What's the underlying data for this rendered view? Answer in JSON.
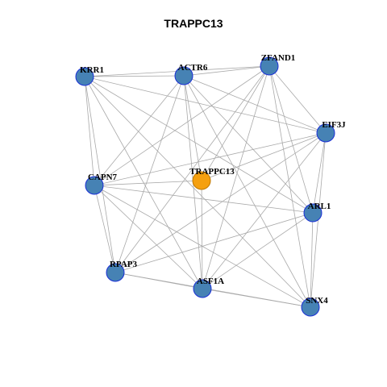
{
  "title": "TRAPPC13",
  "colors": {
    "node_fill": "#4682b4",
    "node_stroke": "#1a2fd6",
    "center_fill": "#f5a00f",
    "center_stroke": "#c07800",
    "edge": "#a9a9a9"
  },
  "graph": {
    "nodes": [
      {
        "id": "KRR1",
        "label": "KRR1"
      },
      {
        "id": "ACTR6",
        "label": "ACTR6"
      },
      {
        "id": "ZFAND1",
        "label": "ZFAND1"
      },
      {
        "id": "EIF3J",
        "label": "EIF3J"
      },
      {
        "id": "TRAPPC13",
        "label": "TRAPPC13",
        "center": true
      },
      {
        "id": "CAPN7",
        "label": "CAPN7"
      },
      {
        "id": "ARL1",
        "label": "ARL1"
      },
      {
        "id": "RPAP3",
        "label": "RPAP3"
      },
      {
        "id": "ASF1A",
        "label": "ASF1A"
      },
      {
        "id": "SNX4",
        "label": "SNX4"
      }
    ],
    "edges": [
      [
        "KRR1",
        "ACTR6"
      ],
      [
        "KRR1",
        "ZFAND1"
      ],
      [
        "KRR1",
        "EIF3J"
      ],
      [
        "KRR1",
        "CAPN7"
      ],
      [
        "KRR1",
        "ARL1"
      ],
      [
        "KRR1",
        "RPAP3"
      ],
      [
        "KRR1",
        "ASF1A"
      ],
      [
        "KRR1",
        "SNX4"
      ],
      [
        "ACTR6",
        "ZFAND1"
      ],
      [
        "ACTR6",
        "EIF3J"
      ],
      [
        "ACTR6",
        "CAPN7"
      ],
      [
        "ACTR6",
        "TRAPPC13"
      ],
      [
        "ACTR6",
        "ARL1"
      ],
      [
        "ACTR6",
        "RPAP3"
      ],
      [
        "ACTR6",
        "ASF1A"
      ],
      [
        "ACTR6",
        "SNX4"
      ],
      [
        "ZFAND1",
        "EIF3J"
      ],
      [
        "ZFAND1",
        "CAPN7"
      ],
      [
        "ZFAND1",
        "TRAPPC13"
      ],
      [
        "ZFAND1",
        "ARL1"
      ],
      [
        "ZFAND1",
        "RPAP3"
      ],
      [
        "ZFAND1",
        "ASF1A"
      ],
      [
        "ZFAND1",
        "SNX4"
      ],
      [
        "EIF3J",
        "CAPN7"
      ],
      [
        "EIF3J",
        "TRAPPC13"
      ],
      [
        "EIF3J",
        "ARL1"
      ],
      [
        "EIF3J",
        "RPAP3"
      ],
      [
        "EIF3J",
        "ASF1A"
      ],
      [
        "EIF3J",
        "SNX4"
      ],
      [
        "CAPN7",
        "TRAPPC13"
      ],
      [
        "CAPN7",
        "ARL1"
      ],
      [
        "CAPN7",
        "RPAP3"
      ],
      [
        "CAPN7",
        "ASF1A"
      ],
      [
        "CAPN7",
        "SNX4"
      ],
      [
        "TRAPPC13",
        "ASF1A"
      ],
      [
        "ARL1",
        "RPAP3"
      ],
      [
        "ARL1",
        "ASF1A"
      ],
      [
        "ARL1",
        "SNX4"
      ],
      [
        "RPAP3",
        "ASF1A"
      ],
      [
        "RPAP3",
        "SNX4"
      ],
      [
        "ASF1A",
        "SNX4"
      ]
    ]
  }
}
